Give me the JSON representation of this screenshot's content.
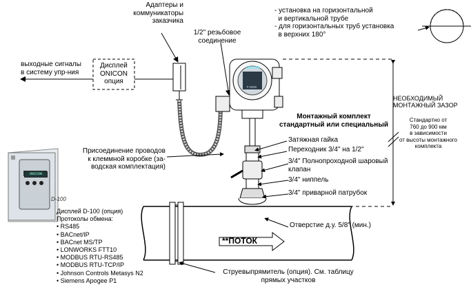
{
  "labels": {
    "adapters": "Адаптеры и\nкоммуникаторы\nзаказчика",
    "thread": "1/2\" резьбовое\nсоединение",
    "install_notes": "- установка на горизонтальной\n  и вертикальной трубе\n- для горизонтальных труб установка\n  в верхних 180°",
    "outputs": "выходные сигналы\nв систему упр-ния",
    "display_box": "Дисплей\nONICON\nопция",
    "clearance": "НЕОБХОДИМЫЙ\nМОНТАЖНЫЙ ЗАЗОР",
    "clearance_note": "Стандартно от\n760 до 900 мм\nв зависимости\nот высоты монтажного\nкомплекта",
    "mount_kit": "Монтажный комплект\nстандартный или специальный",
    "nut": "Затяжная гайка",
    "adapter_fitting": "Переходник 3/4\" на 1/2\"",
    "valve": "3/4\" Полнопроходной шаровый\nклапан",
    "nipple": "3/4\" ниппель",
    "weld": "3/4\" приварной патрубок",
    "wire": "Присоединение проводов\nк клеммной коробке (за-\nводская комплектация)",
    "hole": "Отверстие д.у. 5/8\" (мин.)",
    "flow": "**ПОТОК",
    "straightener": "Струевыпрямитель (опция). См. таблицу\nпрямых участков",
    "d100": "Дисплей D-100 (опция)",
    "protocols_title": "Протоколы обмена:",
    "protocols": [
      "RS485",
      "BACnet/IP",
      "BACnet MS/TP",
      "LONWORKS FTT10",
      "MODBUS RTU-RS485",
      "MODBUS RTU-TCP/IP",
      "Johnson Controls Metasys N2",
      "Siemens Apogee P1"
    ],
    "device_model": "D-100",
    "device_screen": "ONICON",
    "meter_brand": "ONICON",
    "meter_series": "F-5000 Series"
  }
}
